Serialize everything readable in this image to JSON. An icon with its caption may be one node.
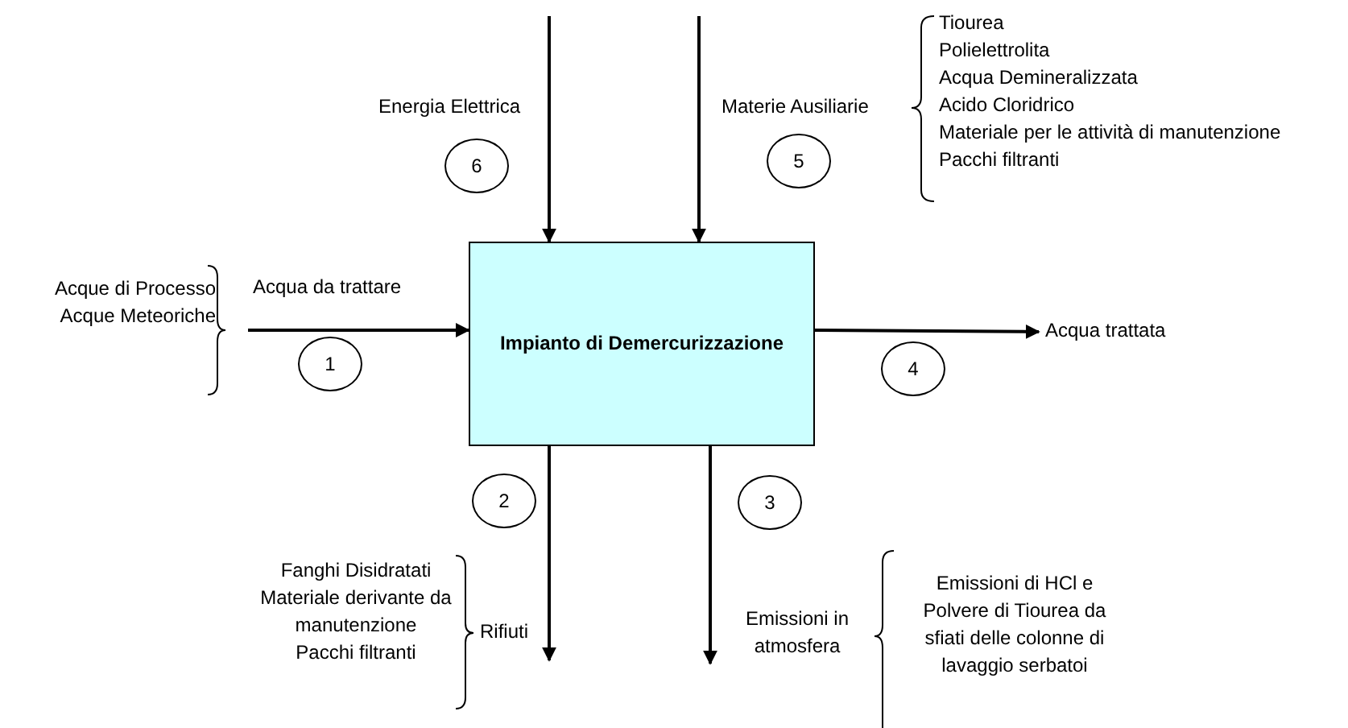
{
  "diagram": {
    "nodes": [
      {
        "text": [
          "Impianto di Demercurizzazione"
        ]
      },
      {
        "text": [
          "Acqua trattata"
        ]
      },
      {
        "text": [
          "6"
        ]
      },
      {
        "text": [
          "5"
        ]
      },
      {
        "text": [
          "1"
        ]
      },
      {
        "text": [
          "4"
        ]
      },
      {
        "text": [
          "2"
        ]
      },
      {
        "text": [
          "3"
        ]
      }
    ],
    "edges": [
      {
        "from": null,
        "to": 0,
        "arrow": "to"
      },
      {
        "from": null,
        "to": 0,
        "arrow": "to"
      },
      {
        "from": null,
        "to": 0,
        "arrow": "to"
      },
      {
        "from": 0,
        "to": 1,
        "arrow": "to"
      },
      {
        "from": 0,
        "to": null,
        "arrow": "to"
      },
      {
        "from": 0,
        "to": null,
        "arrow": "to"
      }
    ],
    "labels": [
      "Energia Elettrica",
      "Materie Ausiliarie",
      "Tiourea",
      "Polielettrolita",
      "Acqua Demineralizzata",
      "Acido Cloridrico",
      "Materiale per le attività di manutenzione",
      "Pacchi filtranti",
      "Acque di Processo",
      "Acque Meteoriche",
      "Acqua da trattare",
      "Fanghi Disidratati",
      "Materiale derivante da manutenzione",
      "Pacchi filtranti",
      "Rifiuti",
      "Emissioni in atmosfera",
      "Emissioni di HCl e Polvere di Tiourea da sfiati delle colonne di lavaggio serbatoi"
    ]
  }
}
